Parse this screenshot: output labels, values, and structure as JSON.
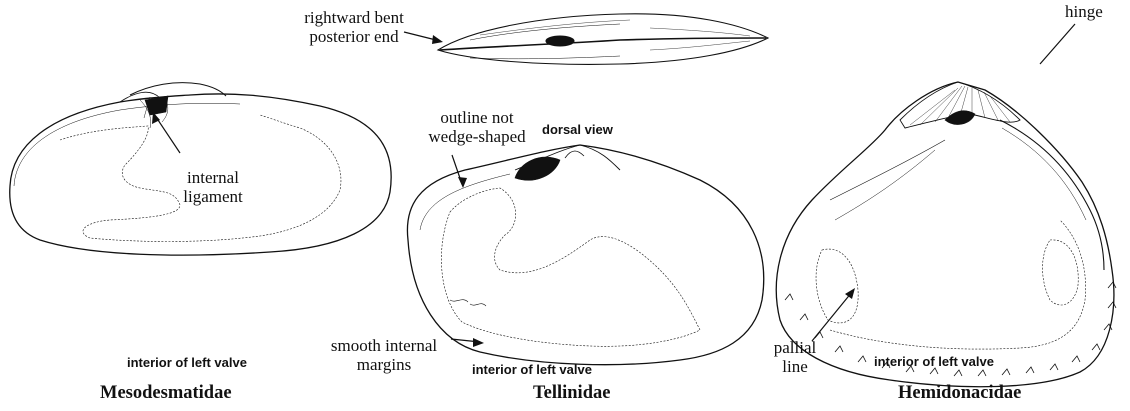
{
  "figure": {
    "dorsal": {
      "view_label": "dorsal view",
      "callout": "rightward bent\nposterior end"
    },
    "mesodesmatidae": {
      "family": "Mesodesmatidae",
      "view_label": "interior of left valve",
      "callout": "internal\nligament"
    },
    "tellinidae": {
      "family": "Tellinidae",
      "view_label": "interior of left valve",
      "callout_outline": "outline not\nwedge-shaped",
      "callout_margins": "smooth internal\nmargins"
    },
    "hemidonacidae": {
      "family": "Hemidonacidae",
      "view_label": "interior of left valve",
      "callout_hinge": "hinge",
      "callout_pallial": "pallial\nline"
    }
  }
}
